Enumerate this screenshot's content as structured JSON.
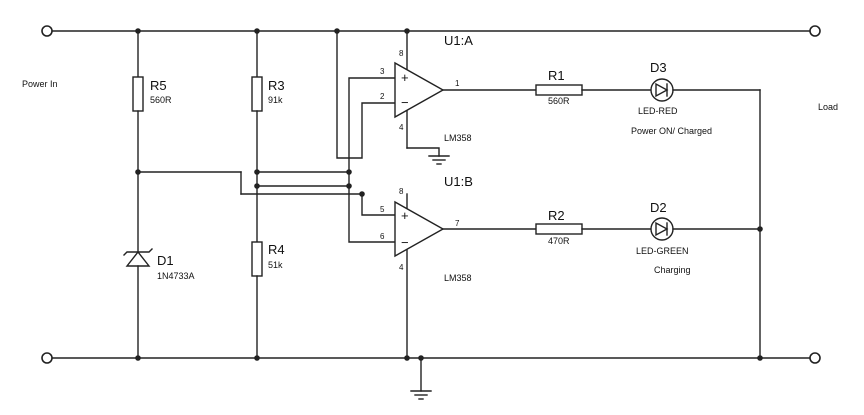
{
  "terminals": {
    "power_in": "Power In",
    "load": "Load"
  },
  "r5": {
    "ref": "R5",
    "value": "560R"
  },
  "r3": {
    "ref": "R3",
    "value": "91k"
  },
  "r4": {
    "ref": "R4",
    "value": "51k"
  },
  "d1": {
    "ref": "D1",
    "value": "1N4733A"
  },
  "u1a": {
    "ref": "U1:A",
    "part": "LM358",
    "pin_in_plus": "3",
    "pin_in_minus": "2",
    "pin_out": "1",
    "pin_vplus": "8",
    "pin_vminus": "4"
  },
  "u1b": {
    "ref": "U1:B",
    "part": "LM358",
    "pin_in_plus": "5",
    "pin_in_minus": "6",
    "pin_out": "7",
    "pin_vplus": "8",
    "pin_vminus": "4"
  },
  "r1": {
    "ref": "R1",
    "value": "560R"
  },
  "r2": {
    "ref": "R2",
    "value": "470R"
  },
  "d3": {
    "ref": "D3",
    "value": "LED-RED",
    "caption": "Power ON/ Charged"
  },
  "d2": {
    "ref": "D2",
    "value": "LED-GREEN",
    "caption": "Charging"
  },
  "opamp_signs": {
    "plus": "+",
    "minus": "−"
  }
}
